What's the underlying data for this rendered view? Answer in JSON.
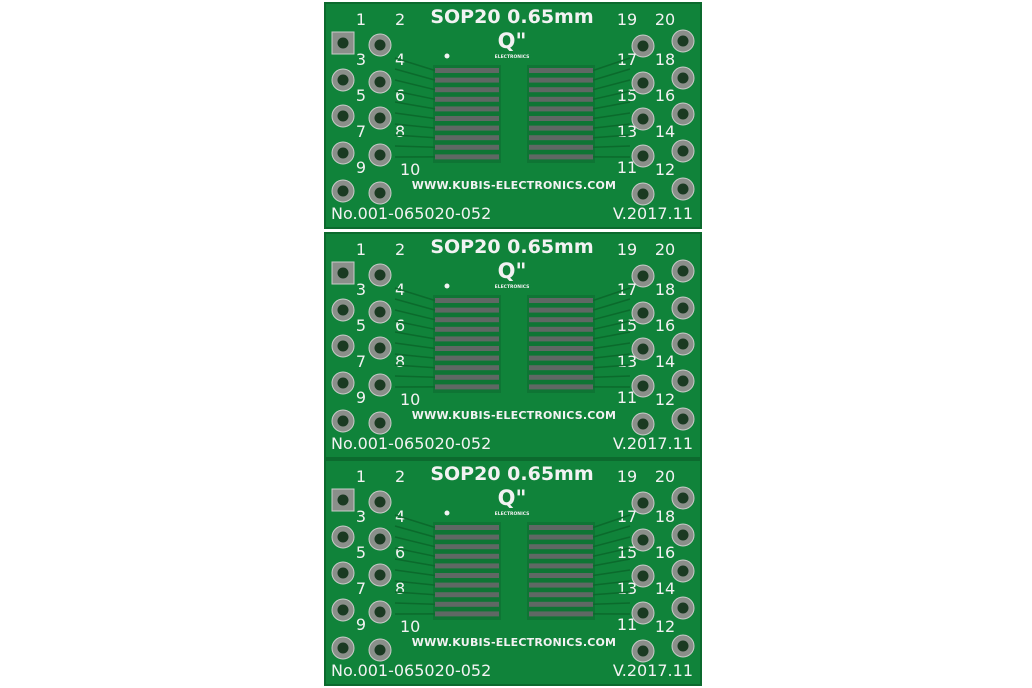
{
  "colors": {
    "background": "#ffffff",
    "board": "#10833a",
    "board_edge": "#0c6a2e",
    "pad_copper": "#8a8f8a",
    "silkscreen": "#f2f2f2",
    "hole": "#1a3a22",
    "smd_pad": "#5f6864"
  },
  "boards": [
    {
      "title": "SOP20 0.65mm",
      "logo": "Q\"",
      "logo_sub": "ELECTRONICS",
      "url": "WWW.KUBIS-ELECTRONICS.COM",
      "part_number": "No.001-065020-052",
      "version": "V.2017.11",
      "pin_labels": [
        "1",
        "2",
        "3",
        "4",
        "5",
        "6",
        "7",
        "8",
        "9",
        "10",
        "11",
        "12",
        "13",
        "14",
        "15",
        "16",
        "17",
        "18",
        "19",
        "20"
      ]
    },
    {
      "title": "SOP20 0.65mm",
      "logo": "Q\"",
      "logo_sub": "ELECTRONICS",
      "url": "WWW.KUBIS-ELECTRONICS.COM",
      "part_number": "No.001-065020-052",
      "version": "V.2017.11",
      "pin_labels": [
        "1",
        "2",
        "3",
        "4",
        "5",
        "6",
        "7",
        "8",
        "9",
        "10",
        "11",
        "12",
        "13",
        "14",
        "15",
        "16",
        "17",
        "18",
        "19",
        "20"
      ]
    },
    {
      "title": "SOP20 0.65mm",
      "logo": "Q\"",
      "logo_sub": "ELECTRONICS",
      "url": "WWW.KUBIS-ELECTRONICS.COM",
      "part_number": "No.001-065020-052",
      "version": "V.2017.11",
      "pin_labels": [
        "1",
        "2",
        "3",
        "4",
        "5",
        "6",
        "7",
        "8",
        "9",
        "10",
        "11",
        "12",
        "13",
        "14",
        "15",
        "16",
        "17",
        "18",
        "19",
        "20"
      ]
    }
  ]
}
